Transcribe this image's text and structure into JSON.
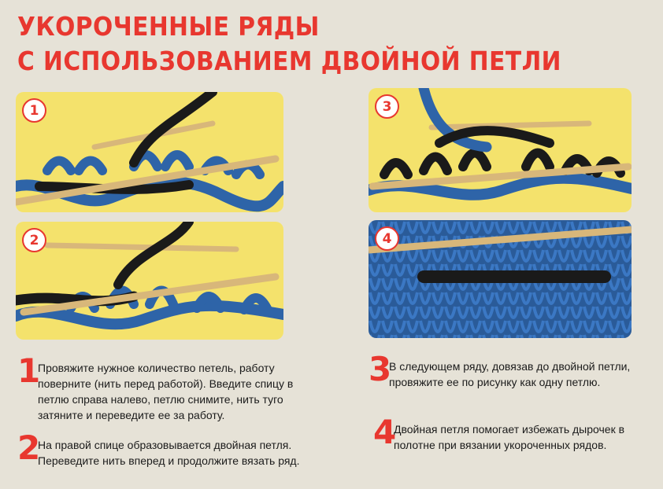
{
  "title": {
    "line1": "УКОРОЧЕННЫЕ РЯДЫ",
    "line2": "С ИСПОЛЬЗОВАНИЕМ ДВОЙНОЙ ПЕТЛИ"
  },
  "panels": [
    {
      "number": "1"
    },
    {
      "number": "2"
    },
    {
      "number": "3"
    },
    {
      "number": "4"
    }
  ],
  "steps": [
    {
      "number": "1",
      "text": "Провяжите нужное количество петель, работу поверните (нить перед работой). Введите спицу в петлю справа налево, петлю снимите, нить туго затяните и переведите ее за работу."
    },
    {
      "number": "2",
      "text": "На правой спице образовывается двойная петля. Переведите нить вперед и продолжите вязать ряд."
    },
    {
      "number": "3",
      "text": "В следующем ряду, довязав до двойной петли, провяжите ее по рисунку как одну петлю."
    },
    {
      "number": "4",
      "text": "Двойная петля помогает избежать дырочек в полотне при вязании укороченных рядов."
    }
  ],
  "colors": {
    "accent": "#e8372f",
    "panel_bg": "#f4e26c",
    "yarn_blue": "#2e64a8",
    "yarn_black": "#1a1a1a",
    "needle": "#d8b77a"
  }
}
